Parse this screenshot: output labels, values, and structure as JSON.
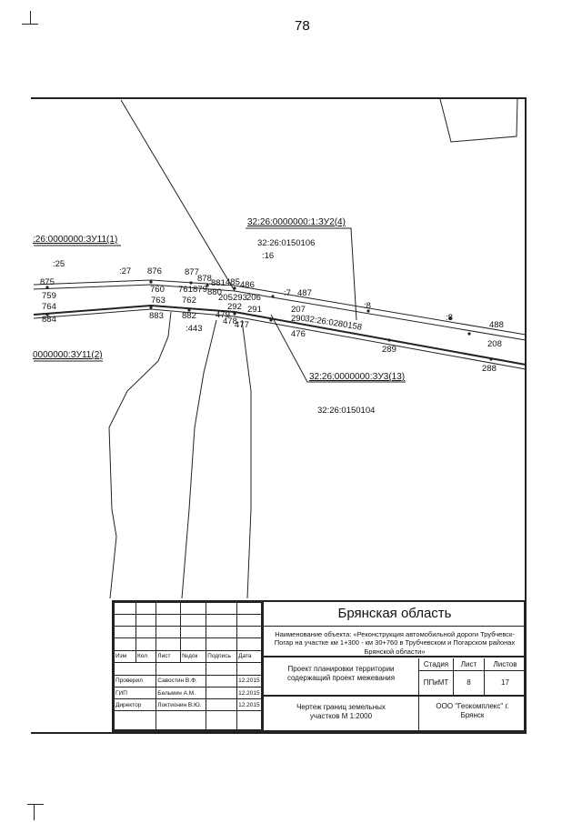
{
  "page_number": "78",
  "map": {
    "labels": {
      "zu2": "32:26:0000000:1:ЗУ2(4)",
      "q0150106": "32:26:0150106",
      "n16": ":16",
      "zu11_1": ":26:0000000:ЗУ11(1)",
      "n25": ":25",
      "zu11_2": "0000000:ЗУ11(2)",
      "q0280158": "32:26:0280158",
      "zu3": "32:26:0000000:ЗУ3(13)",
      "q0150104": "32:26:0150104",
      "n27": ":27",
      "n443": ":443",
      "n7": ":7",
      "n8a": ":8",
      "n8b": ":8"
    },
    "points": {
      "p875": "875",
      "p759": "759",
      "p764": "764",
      "p884": "884",
      "p876": "876",
      "p877": "877",
      "p760": "760",
      "p878": "878",
      "p761": "761",
      "p881": "881",
      "p879": "879",
      "p880": "880",
      "p485": "485",
      "p486": "486",
      "p763": "763",
      "p762": "762",
      "p205": "205",
      "p293": "293",
      "p206": "206",
      "p487": "487",
      "p883": "883",
      "p882": "882",
      "p292": "292",
      "p291": "291",
      "p207": "207",
      "p479": "479",
      "p478": "478",
      "p477": "477",
      "p290": "290",
      "p476": "476",
      "p289": "289",
      "p488": "488",
      "p208": "208",
      "p288": "288"
    }
  },
  "title_block": {
    "region": "Брянская область",
    "object": "Наименование объекта: «Реконструкция автомобильной дороги Трубчевск-Погар на участке км 1+300 - км 30+760 в Трубчевском и Погарском районах Брянской области»",
    "headers": [
      "Изм",
      "Кол",
      "Лист",
      "№док",
      "Подпись",
      "Дата"
    ],
    "signers": [
      {
        "role": "Проверил",
        "name": "Савостин В.Ф.",
        "date": "12.2015"
      },
      {
        "role": "ГИП",
        "name": "Бельмин А.М.",
        "date": "12.2015"
      },
      {
        "role": "Директор",
        "name": "Локтионин В.Ю.",
        "date": "12.2015"
      }
    ],
    "project": "Проект планировки территории содержащий проект межевания",
    "stage_header": "Стадия",
    "sheet_header": "Лист",
    "sheets_header": "Листов",
    "stage": "ППиМТ",
    "sheet": "8",
    "sheets": "17",
    "drawing": "Чертеж границ земельных участков М 1:2000",
    "company": "ООО \"Геокомплекс\" г. Брянск"
  }
}
